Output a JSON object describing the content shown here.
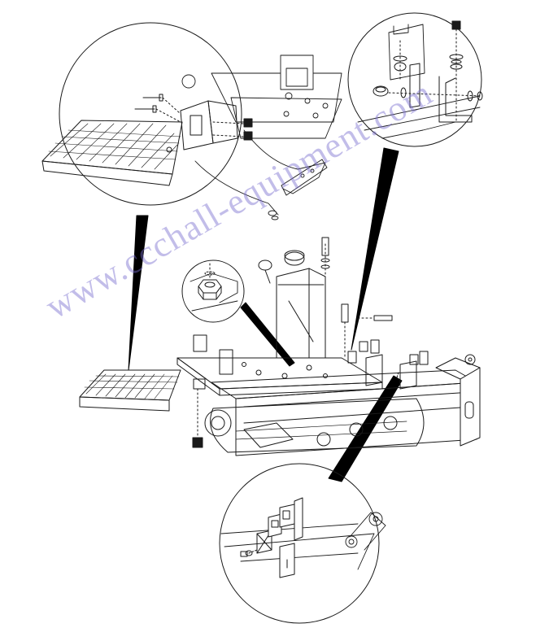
{
  "watermark": {
    "text": "www.ccchall-equipment.com",
    "color": "#7a6fd0"
  },
  "callouts": [
    {
      "id": "step-bracket-detail"
    },
    {
      "id": "clamp-bracket-detail"
    },
    {
      "id": "nut-detail"
    },
    {
      "id": "rail-bracket-detail"
    }
  ],
  "colors": {
    "line": "#1a1a1a",
    "leader": "#000000",
    "background": "#ffffff"
  }
}
